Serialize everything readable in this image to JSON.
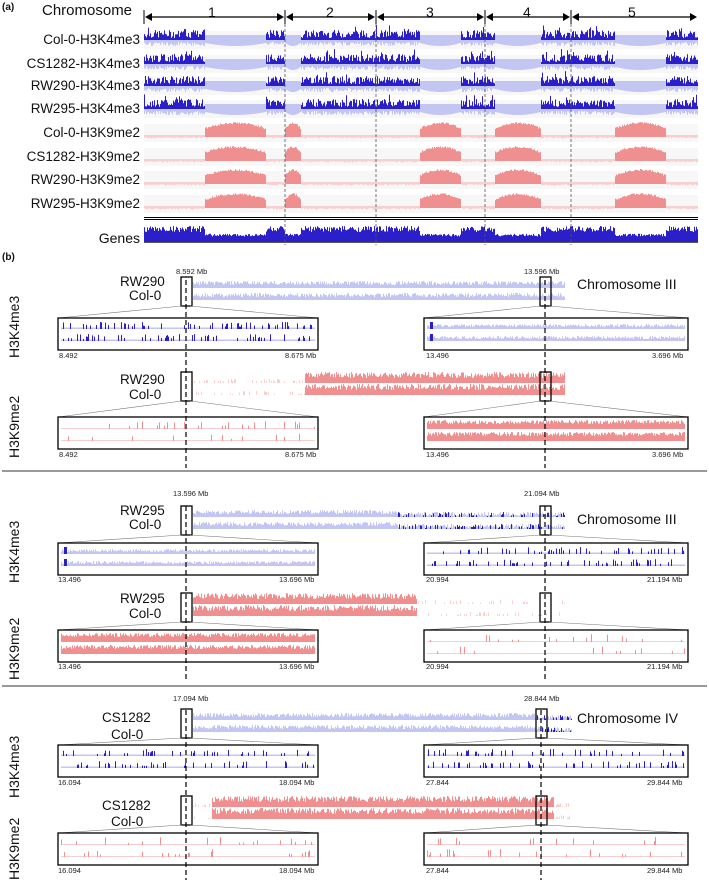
{
  "panel_a": {
    "label": "(a)",
    "axis_label": "Chromosome",
    "chromosomes": [
      "1",
      "2",
      "3",
      "4",
      "5"
    ],
    "tracks": [
      {
        "name": "Col-0-H3K4me3",
        "mark": "H3K4me3"
      },
      {
        "name": "CS1282-H3K4me3",
        "mark": "H3K4me3"
      },
      {
        "name": "RW290-H3K4me3",
        "mark": "H3K4me3"
      },
      {
        "name": "RW295-H3K4me3",
        "mark": "H3K4me3"
      },
      {
        "name": "Col-0-H3K9me2",
        "mark": "H3K9me2"
      },
      {
        "name": "CS1282-H3K9me2",
        "mark": "H3K9me2"
      },
      {
        "name": "RW290-H3K9me2",
        "mark": "H3K9me2"
      },
      {
        "name": "RW295-H3K9me2",
        "mark": "H3K9me2"
      }
    ],
    "genes_label": "Genes"
  },
  "panel_b": {
    "label": "(b)",
    "blocks": [
      {
        "chromosome": "Chromosome III",
        "line_a": "RW290",
        "line_b": "Col-0",
        "left_pos": "8.592 Mb",
        "right_pos": "13.596 Mb",
        "h3k4": {
          "label": "H3K4me3",
          "left_range": [
            "8.492",
            "8.675 Mb"
          ],
          "right_range": [
            "13.496",
            "3.696 Mb"
          ]
        },
        "h3k9": {
          "label": "H3K9me2",
          "left_range": [
            "8.492",
            "8.675 Mb"
          ],
          "right_range": [
            "13.496",
            "3.696 Mb"
          ]
        }
      },
      {
        "chromosome": "Chromosome III",
        "line_a": "RW295",
        "line_b": "Col-0",
        "left_pos": "13.596 Mb",
        "right_pos": "21.094 Mb",
        "h3k4": {
          "label": "H3K4me3",
          "left_range": [
            "13.496",
            "13.696 Mb"
          ],
          "right_range": [
            "20.994",
            "21.194 Mb"
          ]
        },
        "h3k9": {
          "label": "H3K9me2",
          "left_range": [
            "13.496",
            "13.696 Mb"
          ],
          "right_range": [
            "20.994",
            "21.194 Mb"
          ]
        }
      },
      {
        "chromosome": "Chromosome IV",
        "line_a": "CS1282",
        "line_b": "Col-0",
        "left_pos": "17.094 Mb",
        "right_pos": "28.844 Mb",
        "h3k4": {
          "label": "H3K4me3",
          "left_range": [
            "16.094",
            "18.094 Mb"
          ],
          "right_range": [
            "27.844",
            "29.844 Mb"
          ]
        },
        "h3k9": {
          "label": "H3K9me2",
          "left_range": [
            "16.094",
            "18.094 Mb"
          ],
          "right_range": [
            "27.844",
            "29.844 Mb"
          ]
        }
      }
    ]
  },
  "colors": {
    "h3k4me3_dark": "#2a1fc8",
    "h3k4me3_light": "#c3c5f3",
    "h3k9me2": "#f08f8f",
    "h3k9me2_light": "#f8cfcf",
    "genes": "#2a1fc8",
    "separator": "#999999"
  }
}
